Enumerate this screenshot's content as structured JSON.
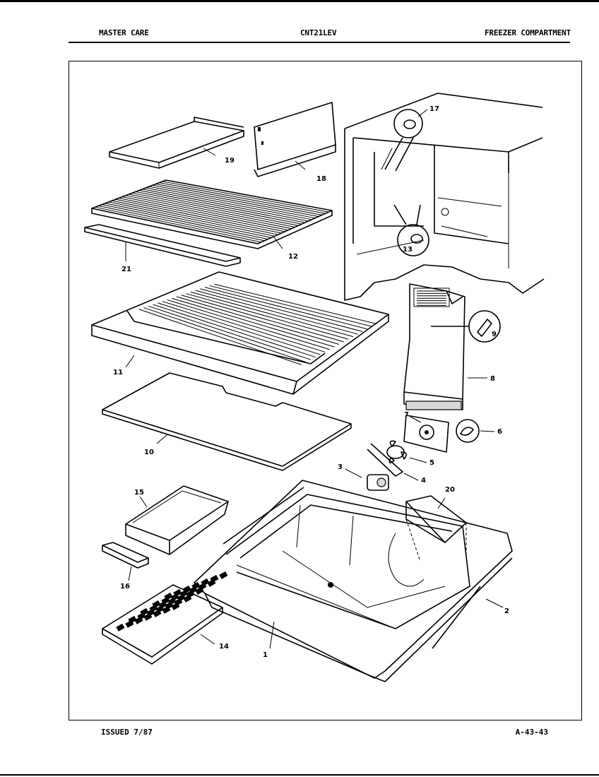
{
  "header": {
    "brand": "MASTER CARE",
    "model": "CNT21LEV",
    "section": "FREEZER COMPARTMENT"
  },
  "footer": {
    "issued": "ISSUED 7/87",
    "page_code": "A-43-43"
  },
  "callouts": {
    "c1": "1",
    "c2": "2",
    "c3": "3",
    "c4": "4",
    "c5": "5",
    "c6": "6",
    "c7": "7",
    "c8": "8",
    "c9": "9",
    "c10": "10",
    "c11": "11",
    "c12": "12",
    "c13": "13",
    "c14": "14",
    "c15": "15",
    "c16": "16",
    "c17": "17",
    "c18": "18",
    "c19": "19",
    "c20": "20",
    "c21": "21"
  }
}
